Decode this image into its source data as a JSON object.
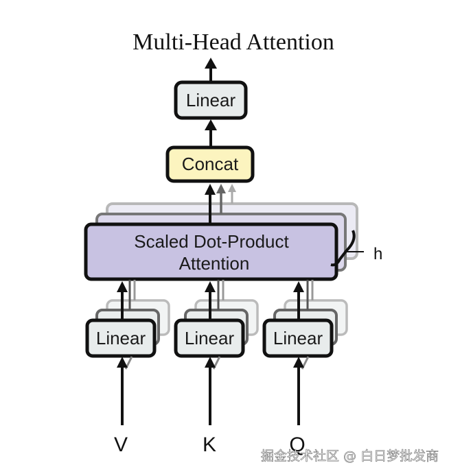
{
  "title": "Multi-Head Attention",
  "colors": {
    "linear_fill": "#e8ecec",
    "concat_fill": "#fcf4bf",
    "attention_fill": "#c8c2e2",
    "stroke": "#111111"
  },
  "blocks": {
    "output_linear": "Linear",
    "concat": "Concat",
    "attention_line1": "Scaled Dot-Product",
    "attention_line2": "Attention",
    "heads_label": "h",
    "input_linears": [
      "Linear",
      "Linear",
      "Linear"
    ]
  },
  "inputs": [
    "V",
    "K",
    "Q"
  ],
  "watermark": "掘金技术社区 @ 白日梦批发商"
}
